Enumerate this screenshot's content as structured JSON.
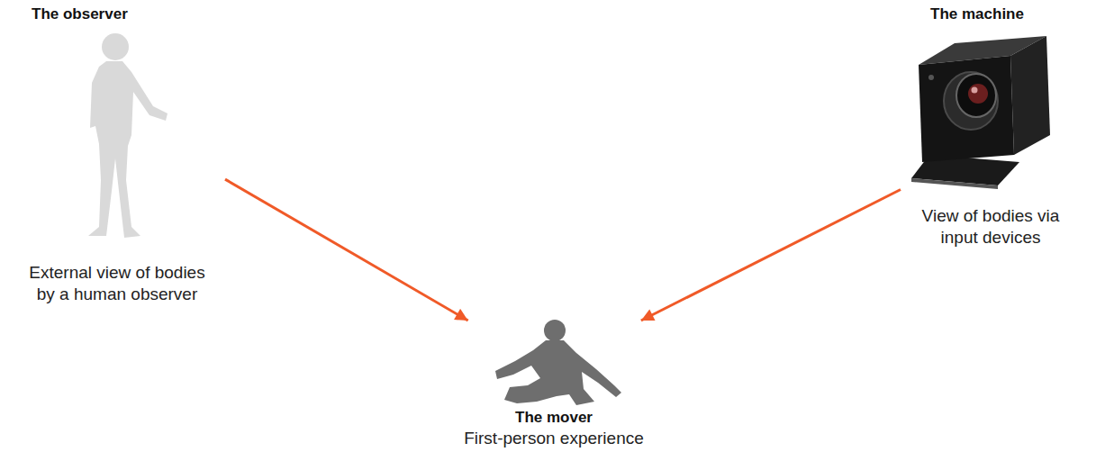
{
  "diagram": {
    "nodes": [
      {
        "text": [
          "The observer",
          "External view of bodies by a human observer"
        ]
      },
      {
        "text": [
          "The machine",
          "View of bodies via input devices"
        ]
      },
      {
        "text": [
          "The mover",
          "First-person experience"
        ]
      }
    ],
    "edges": [
      {
        "from": 0,
        "to": 2,
        "arrow": "to"
      },
      {
        "from": 1,
        "to": 2,
        "arrow": "to"
      }
    ]
  }
}
